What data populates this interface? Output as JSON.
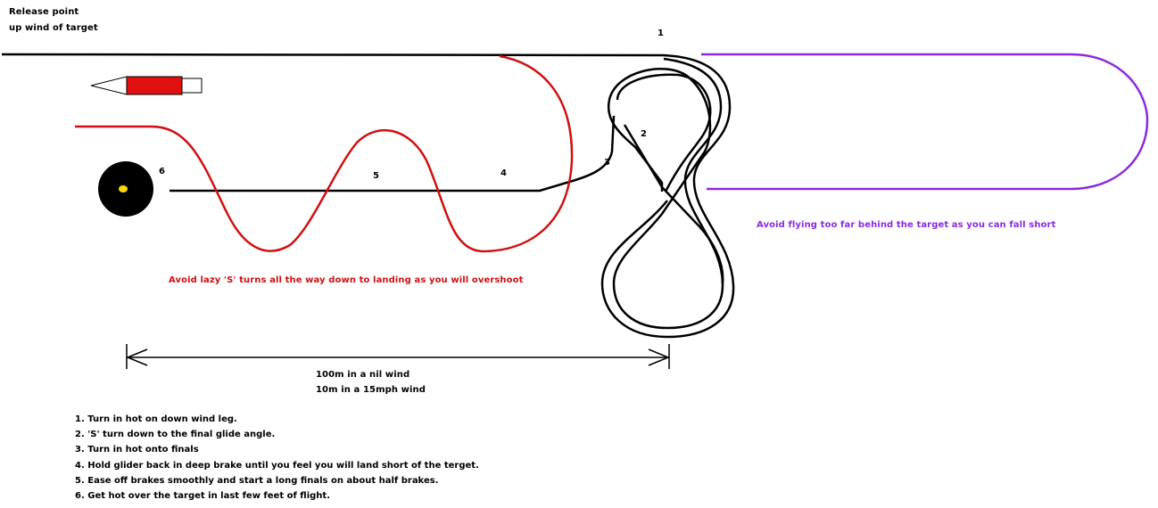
{
  "release_label": [
    "Release point",
    "up wind of target"
  ],
  "markers": {
    "m1": "1",
    "m2": "2",
    "m3": "3",
    "m4": "4",
    "m5": "5",
    "m6": "6"
  },
  "red_note": "Avoid lazy 'S' turns all the way down to landing as you will overshoot",
  "purple_note": "Avoid flying too far behind the target as you can fall short",
  "distance": [
    "100m in a nil wind",
    "10m in a 15mph wind"
  ],
  "steps": [
    "1. Turn in hot on down wind leg.",
    "2. 'S' turn down to the final glide angle.",
    "3. Turn in hot onto finals",
    "4. Hold glider back in deep brake until you feel you will land short of the terget.",
    "5. Ease off brakes smoothly and start a long finals on about half brakes.",
    "6. Get hot over the target in last few feet of flight."
  ],
  "colors": {
    "black_path": "#000000",
    "red_path": "#d01010",
    "purple_path": "#8a2be2",
    "target_center": "#ffd700"
  },
  "icons": {
    "windsock": "windsock-icon",
    "target": "target-icon"
  }
}
